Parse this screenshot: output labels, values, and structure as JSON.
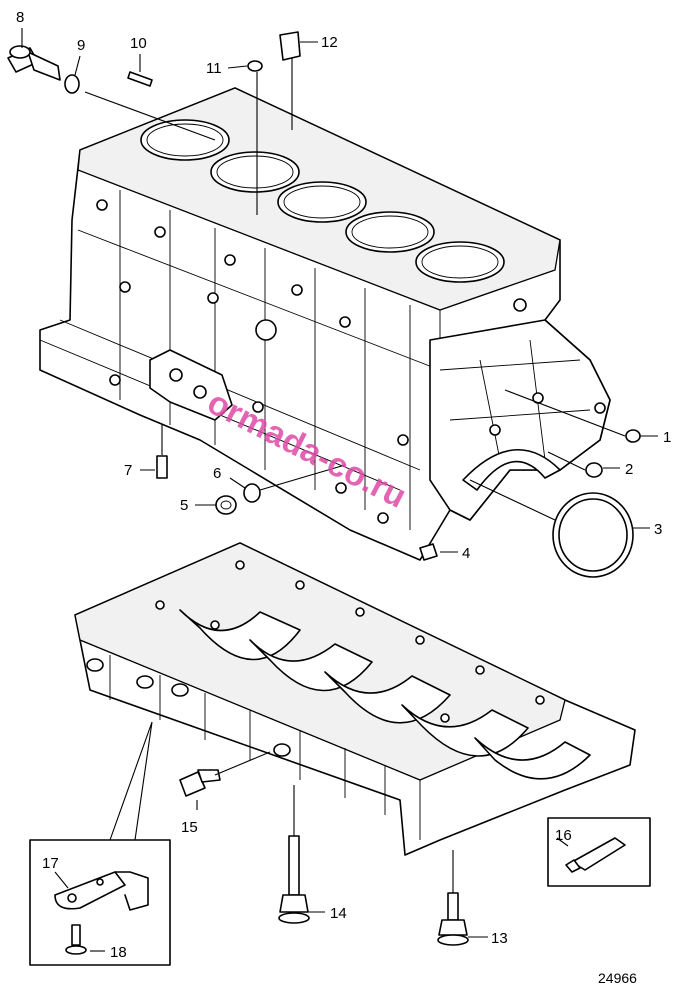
{
  "diagram": {
    "reference_number": "24966",
    "watermark": "ormada-co.ru",
    "callouts": [
      "1",
      "2",
      "3",
      "4",
      "5",
      "6",
      "7",
      "8",
      "9",
      "10",
      "11",
      "12",
      "13",
      "14",
      "15",
      "16",
      "17",
      "18"
    ]
  }
}
